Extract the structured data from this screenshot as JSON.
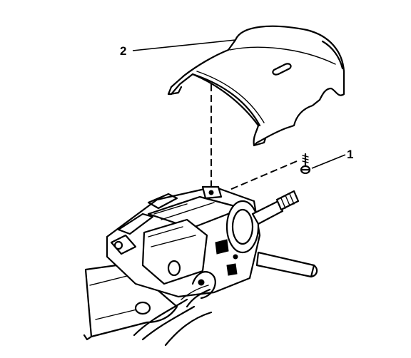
{
  "callouts": {
    "cover_label": "2",
    "screw_label": "1"
  },
  "parts": {
    "cover": "steering-column-cover",
    "screw": "cover-screw",
    "assembly": "steering-column-assembly"
  },
  "colors": {
    "line": "#000000",
    "background": "#ffffff"
  }
}
